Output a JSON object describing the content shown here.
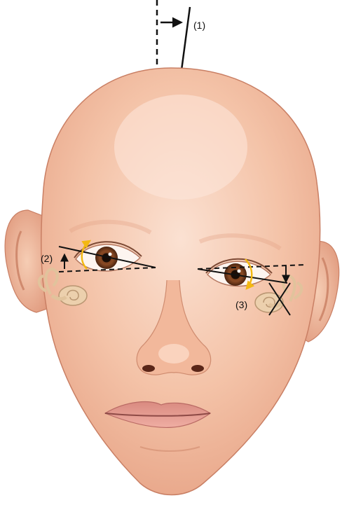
{
  "labels": {
    "one": "(1)",
    "two": "(2)",
    "three": "(3)"
  },
  "colors": {
    "skin": "#f4c3a8",
    "skin_shade": "#e7a487",
    "skin_highlight": "#fbe1d2",
    "outline": "#c97f64",
    "iris": "#8a4a24",
    "pupil": "#1a0d06",
    "lip": "#e39a8e",
    "lip_dark": "#b96a64",
    "inner_ear": "#e8caa4",
    "arrow_yellow": "#f3b812",
    "line": "#111111"
  },
  "icons": {
    "inner_ear_left": "inner-ear-icon",
    "inner_ear_right": "inner-ear-crossed-icon"
  }
}
